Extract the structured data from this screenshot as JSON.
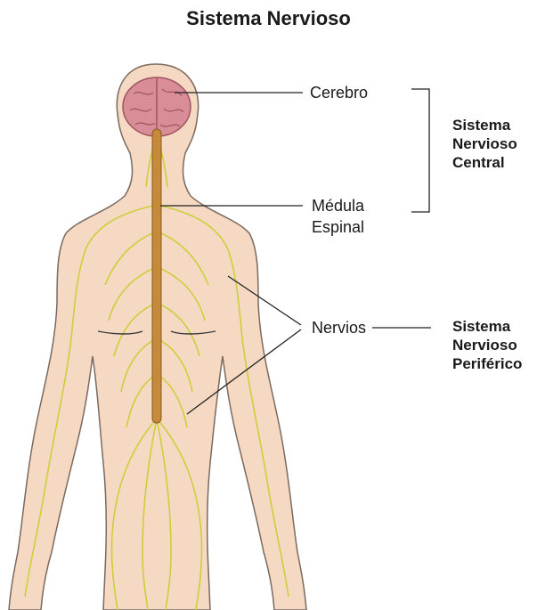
{
  "title": "Sistema Nervioso",
  "labels": {
    "cerebro": "Cerebro",
    "medula_line1": "Médula",
    "medula_line2": "Espinal",
    "nervios": "Nervios"
  },
  "groups": {
    "central": [
      "Sistema",
      "Nervioso",
      "Central"
    ],
    "periferico": [
      "Sistema",
      "Nervioso",
      "Periférico"
    ]
  },
  "colors": {
    "skin": "#f6d9c3",
    "skin_outline": "#7a6a5f",
    "brain": "#d98d96",
    "brain_dark": "#b5636f",
    "spinal_cord": "#c58a3a",
    "nerves": "#c8cf33",
    "leader_line": "#222222"
  }
}
